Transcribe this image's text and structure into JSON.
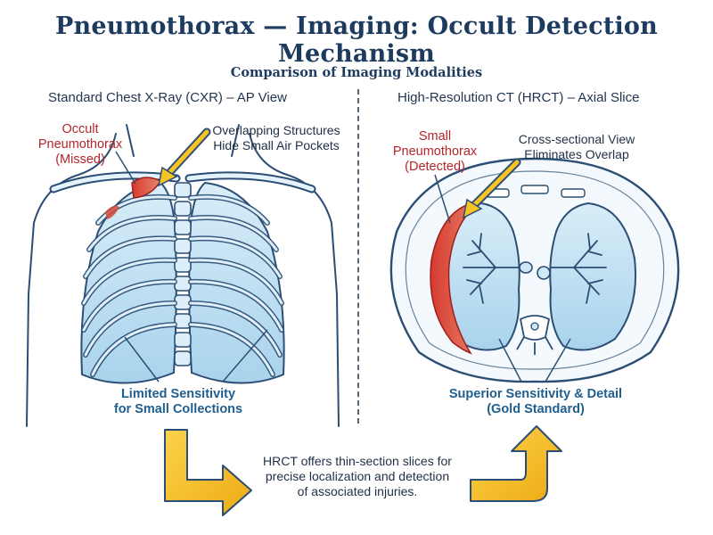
{
  "title": "Pneumothorax — Imaging: Occult Detection Mechanism",
  "subtitle": "Comparison of Imaging Modalities",
  "left_panel": {
    "title": "Standard Chest X-Ray (CXR) – AP View",
    "missed_label": [
      "Occult",
      "Pneumothorax",
      "(Missed)"
    ],
    "overlap_label": [
      "Overlapping Structures",
      "Hide Small Air Pockets"
    ],
    "sensitivity_label": [
      "Limited Sensitivity",
      "for Small Collections"
    ]
  },
  "right_panel": {
    "title": "High-Resolution CT (HRCT) – Axial Slice",
    "detected_label": [
      "Small",
      "Pneumothorax",
      "(Detected)"
    ],
    "cross_label": [
      "Cross-sectional View",
      "Eliminates Overlap"
    ],
    "sensitivity_label": [
      "Superior Sensitivity & Detail",
      "(Gold Standard)"
    ]
  },
  "bottom_note": [
    "HRCT offers thin-section slices for",
    "precise localization and detection",
    "of associated injuries."
  ],
  "colors": {
    "title": "#1d3a5f",
    "pneumothorax_red": "#c9302c",
    "lung_blue": "#bfe0f2",
    "outline": "#2c4e74",
    "arrow_yellow": "#f6c324",
    "arrow_orange": "#e8a112"
  }
}
